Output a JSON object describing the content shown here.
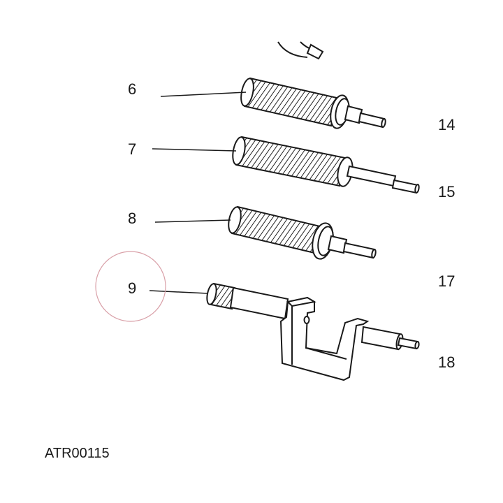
{
  "callouts": {
    "c6": "6",
    "c7": "7",
    "c8": "8",
    "c9": "9",
    "c14": "14",
    "c15": "15",
    "c17": "17",
    "c18": "18"
  },
  "drawing_code": "ATR00115",
  "colors": {
    "ink": "#1a1a1a",
    "highlight_circle": "#d9a0a8"
  }
}
